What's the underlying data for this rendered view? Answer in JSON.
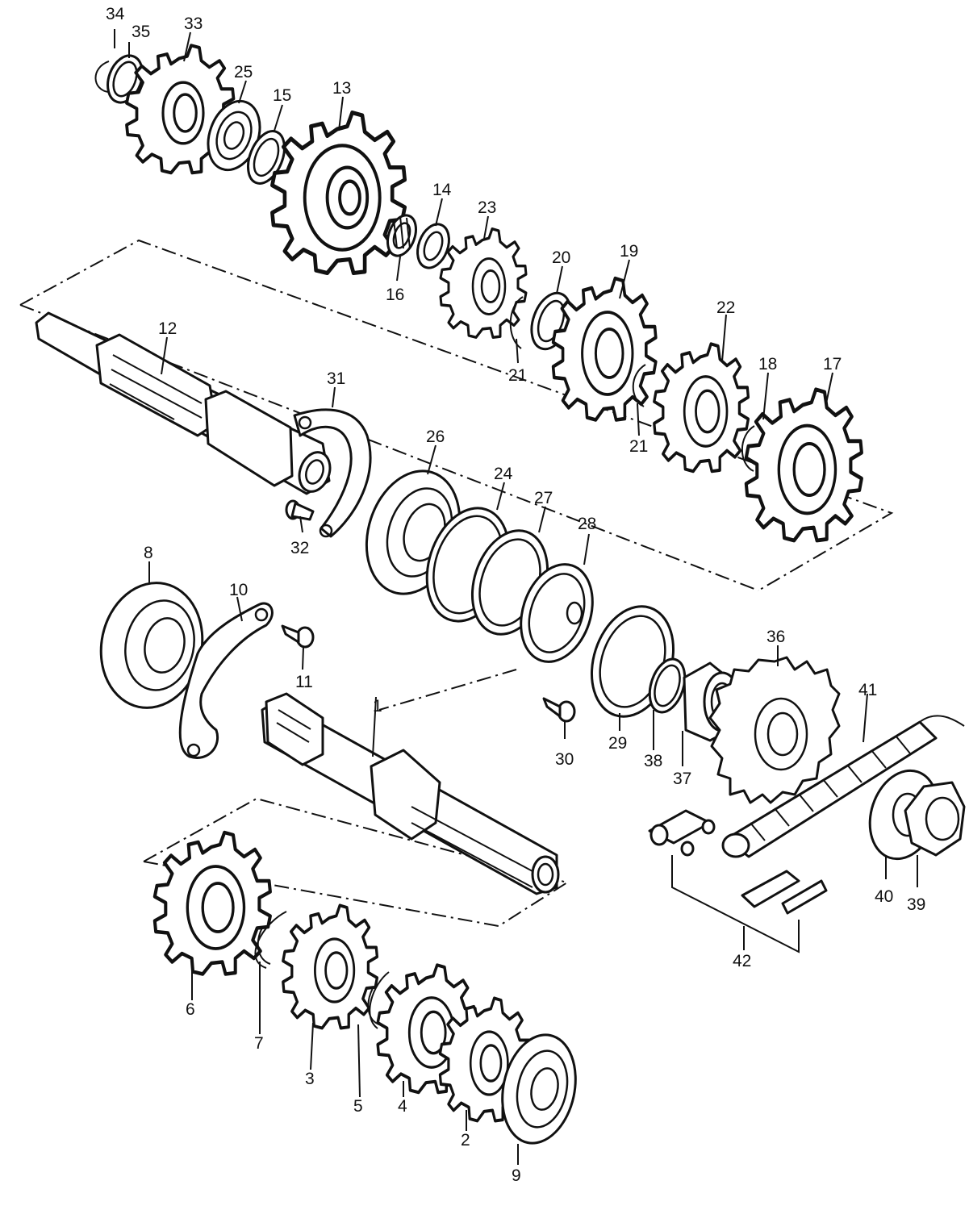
{
  "diagram": {
    "callouts": {
      "p1": "1",
      "p2": "2",
      "p3": "3",
      "p4": "4",
      "p5": "5",
      "p6": "6",
      "p7": "7",
      "p8": "8",
      "p9": "9",
      "p10": "10",
      "p11": "11",
      "p12": "12",
      "p13": "13",
      "p14": "14",
      "p15": "15",
      "p16": "16",
      "p17": "17",
      "p18": "18",
      "p19": "19",
      "p20": "20",
      "p21a": "21",
      "p21b": "21",
      "p22": "22",
      "p23": "23",
      "p24": "24",
      "p25": "25",
      "p26": "26",
      "p27": "27",
      "p28": "28",
      "p29": "29",
      "p30": "30",
      "p31": "31",
      "p32": "32",
      "p33": "33",
      "p34": "34",
      "p35": "35",
      "p36": "36",
      "p37": "37",
      "p38": "38",
      "p39": "39",
      "p40": "40",
      "p41": "41",
      "p42": "42"
    }
  }
}
